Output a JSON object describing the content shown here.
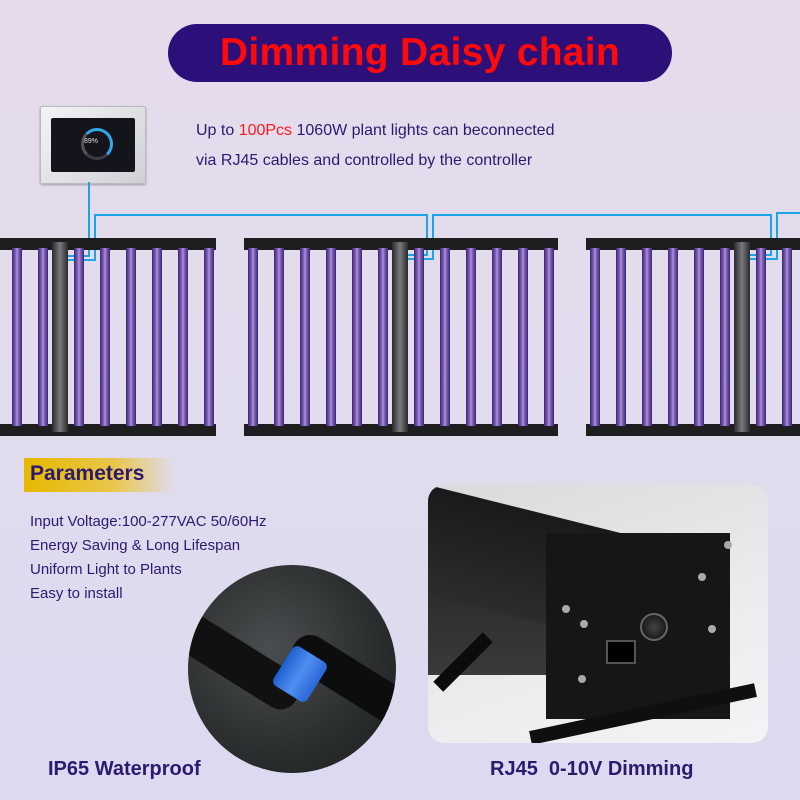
{
  "header": {
    "title": "Dimming Daisy chain"
  },
  "controller": {
    "display_value": "89%"
  },
  "description": {
    "line1_prefix": "Up to ",
    "line1_highlight": "100Pcs",
    "line1_suffix": " 1060W plant lights can beconnected",
    "line2": "via RJ45 cables and controlled by the controller",
    "highlight_color": "#ff1a1a"
  },
  "parameters": {
    "heading": "Parameters",
    "items": [
      "Input Voltage:100-277VAC 50/60Hz",
      "Energy Saving & Long Lifespan",
      "Uniform Light to Plants",
      "Easy to install"
    ]
  },
  "features": {
    "left_label": "IP65 Waterproof",
    "right_label": "RJ45  0-10V Dimming"
  },
  "colors": {
    "title_bg": "#2d0f7a",
    "title_text": "#ff0a0a",
    "text": "#2b1a6e",
    "cable": "#1aa6e6",
    "accent_yellow": "#e6b800"
  }
}
